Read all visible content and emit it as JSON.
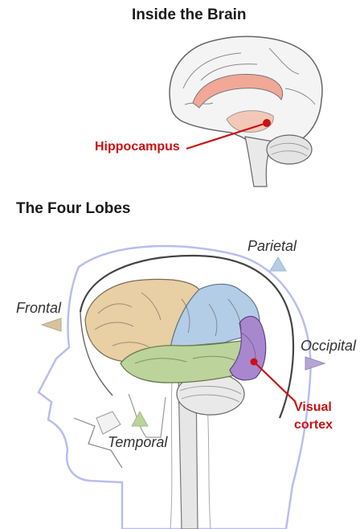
{
  "top_title": "Inside the Brain",
  "top_label": "Hippocampus",
  "bottom_title": "The Four Lobes",
  "lobes": {
    "parietal": "Parietal",
    "frontal": "Frontal",
    "occipital": "Occipital",
    "temporal": "Temporal"
  },
  "visual_cortex": [
    "Visual",
    "cortex"
  ],
  "colors": {
    "frontal": "#e8cfa4",
    "parietal": "#b4cde6",
    "temporal": "#bcd39b",
    "occipital": "#a987cf",
    "head_outline": "#b9bdf0",
    "highlight": "#cc1111",
    "hippocampus_region": "#f4c8b8"
  }
}
